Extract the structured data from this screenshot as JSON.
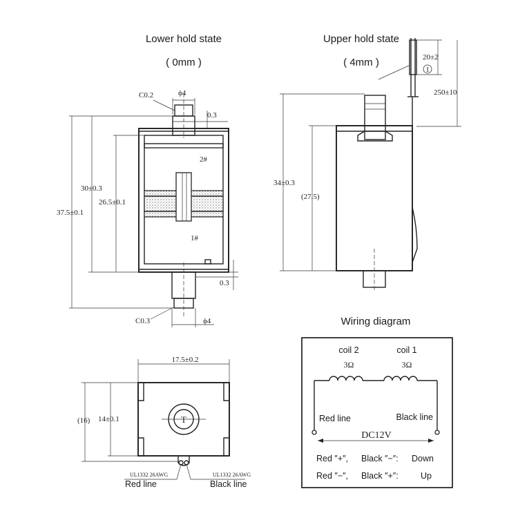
{
  "lower_view": {
    "title": "Lower hold state",
    "stroke": "( 0mm )",
    "chamfer_top": "C0.2",
    "chamfer_bottom": "C0.3",
    "shaft_dia_top": "ϕ4",
    "shaft_dia_bottom": "ϕ4",
    "gap_top": "0.3",
    "gap_bottom": "0.3",
    "dim_30": "30±0.3",
    "dim_37_5": "37.5±0.1",
    "dim_26_5": "26.5±0.1",
    "coil_2": "2#",
    "coil_1": "1#"
  },
  "upper_view": {
    "title": "Upper hold state",
    "stroke": "( 4mm )",
    "dim_34": "34±0.3",
    "dim_27_5": "(27.5)",
    "dim_20": "20±2",
    "dim_250": "250±10",
    "callout": "1"
  },
  "top_view": {
    "width_dim": "17.5±0.2",
    "height_outer": "(16)",
    "height_inner": "14±0.1",
    "center_mark": "T",
    "wire_spec_left": "UL1332 26AWG",
    "wire_spec_right": "UL1332 26AWG",
    "red_line": "Red line",
    "black_line": "Black line"
  },
  "wiring": {
    "title": "Wiring diagram",
    "coil2_label": "coil 2",
    "coil1_label": "coil 1",
    "coil2_res": "3Ω",
    "coil1_res": "3Ω",
    "red_line": "Red line",
    "black_line": "Black line",
    "supply": "DC12V",
    "row1": {
      "red": "Red ″+″,",
      "black": "Black ″−″:",
      "state": "Down"
    },
    "row2": {
      "red": "Red ″−″,",
      "black": "Black ″+″:",
      "state": "Up"
    }
  }
}
